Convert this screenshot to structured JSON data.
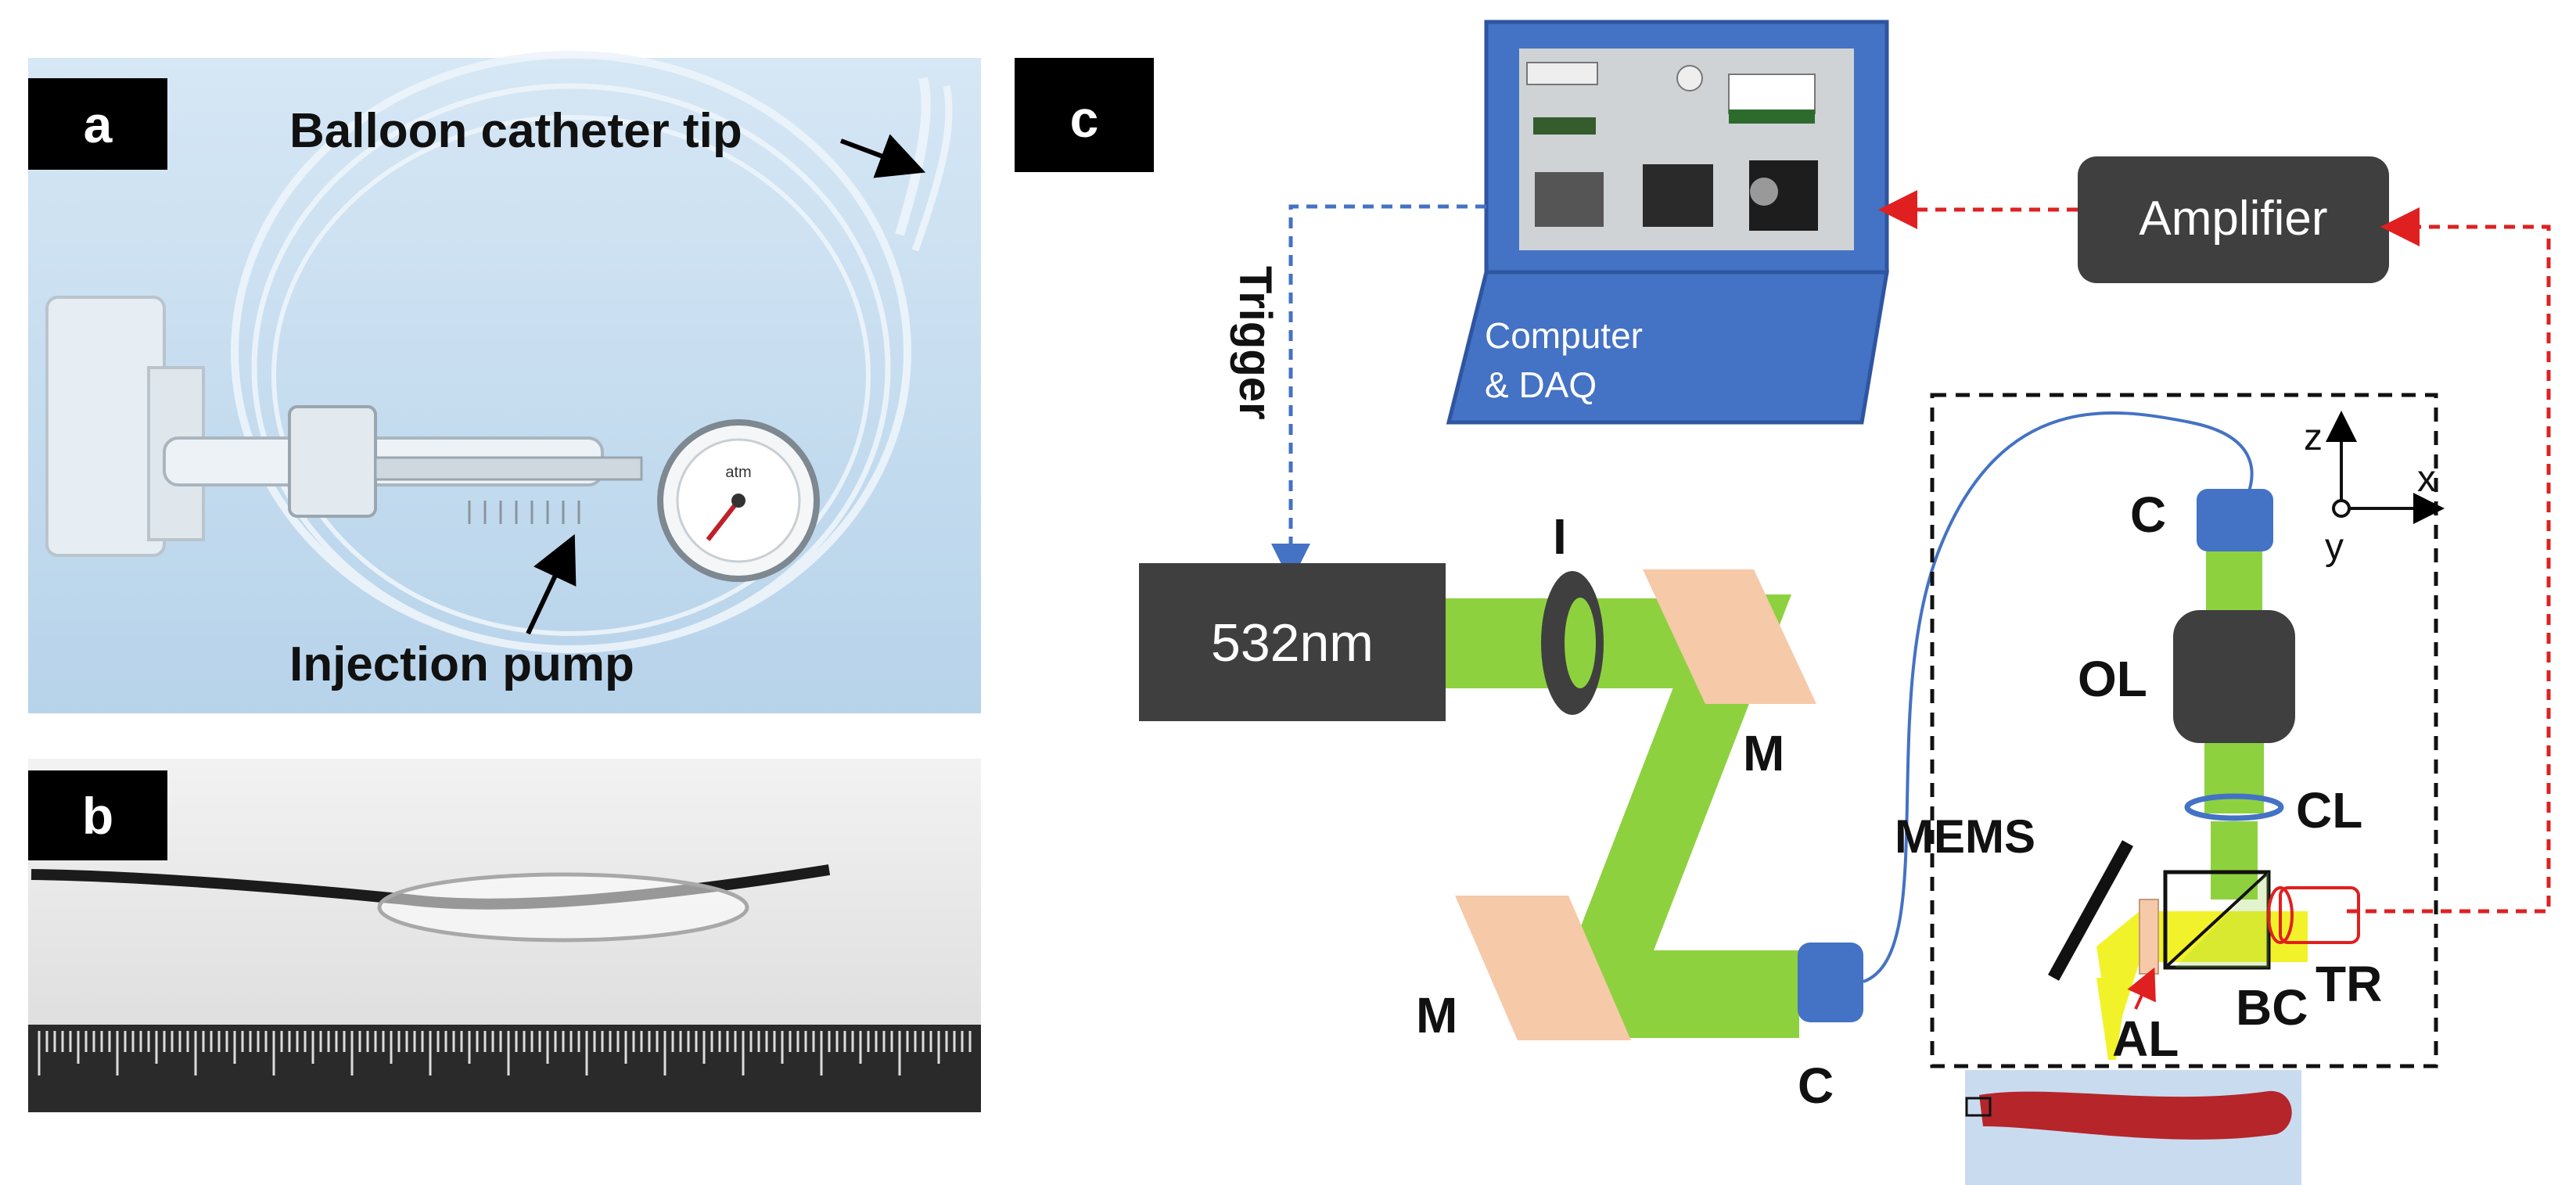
{
  "panel_a": {
    "tag": "a",
    "label_tip": "Balloon catheter tip",
    "label_pump": "Injection pump",
    "gauge_text": "atm"
  },
  "panel_b": {
    "tag": "b"
  },
  "panel_c": {
    "tag": "c",
    "computer_line1": "Computer",
    "computer_line2": "& DAQ",
    "amplifier": "Amplifier",
    "trigger": "Trigger",
    "laser": "532nm",
    "iris": "I",
    "mirror_top": "M",
    "mirror_bottom": "M",
    "coupler_bottom": "C",
    "coupler_top": "C",
    "objective": "OL",
    "condenser": "CL",
    "mems": "MEMS",
    "acoustic_lens": "AL",
    "beam_combiner": "BC",
    "transducer": "TR",
    "axis_z": "z",
    "axis_x": "x",
    "axis_y": "y"
  },
  "colors": {
    "beam": "#8ed13f",
    "mirror": "#f6c9a9",
    "box_dark": "#3f3f3f",
    "computer_blue": "#4472c4",
    "trigger_line": "#4472c4",
    "signal_line": "#e02020",
    "photo_bg": "#c6dcef",
    "tissue": "#b5252a"
  }
}
